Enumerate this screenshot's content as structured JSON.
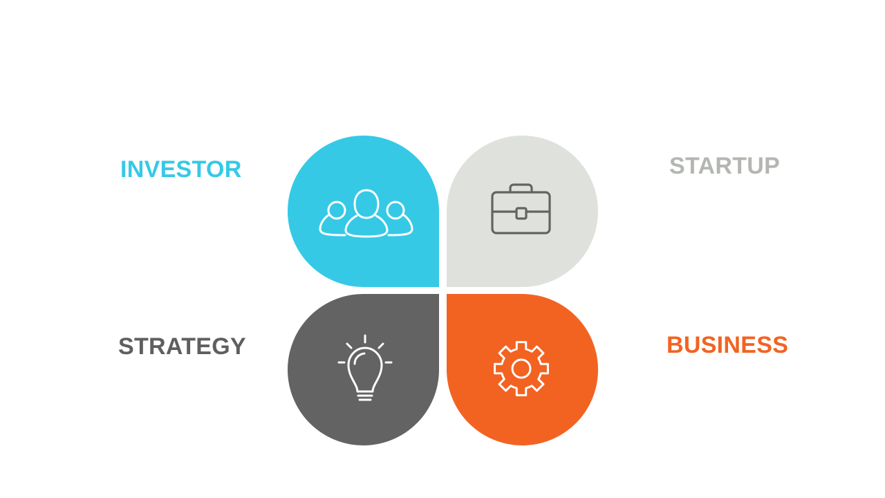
{
  "diagram": {
    "quadrants": [
      {
        "label": "INVESTOR",
        "icon": "users-icon",
        "color": "#35C9E6",
        "icon_color": "#FFFFFF",
        "text_color": "#35C9E6"
      },
      {
        "label": "STARTUP",
        "icon": "briefcase-icon",
        "color": "#DFE2DC",
        "icon_color": "#636363",
        "text_color": "#B3B7B0"
      },
      {
        "label": "STRATEGY",
        "icon": "lightbulb-icon",
        "color": "#636363",
        "icon_color": "#FFFFFF",
        "text_color": "#5F5F5F"
      },
      {
        "label": "BUSINESS",
        "icon": "gear-icon",
        "color": "#F26322",
        "icon_color": "#FFFFFF",
        "text_color": "#F26322"
      }
    ]
  }
}
